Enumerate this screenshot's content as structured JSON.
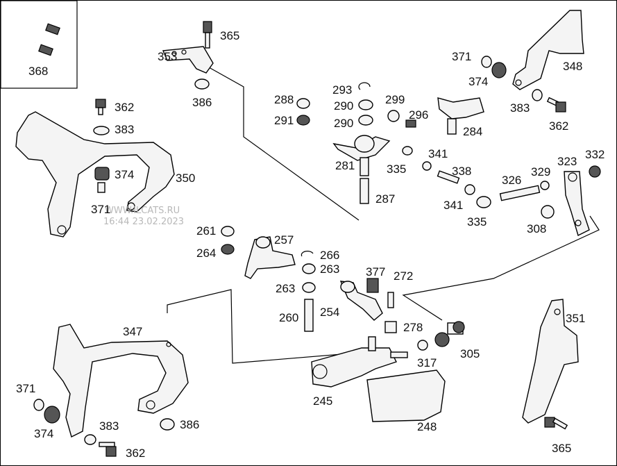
{
  "watermark": {
    "line1": "WWW.ILCATS.RU",
    "line2": "16:44 23.02.2023"
  },
  "inset_label": "368",
  "labels": [
    "365",
    "353",
    "386",
    "371",
    "374",
    "348",
    "288",
    "291",
    "293",
    "290",
    "290",
    "299",
    "296",
    "284",
    "383",
    "362",
    "362",
    "383",
    "374",
    "371",
    "350",
    "281",
    "335",
    "341",
    "338",
    "287",
    "341",
    "326",
    "329",
    "323",
    "332",
    "335",
    "308",
    "261",
    "264",
    "257",
    "266",
    "263",
    "263",
    "377",
    "272",
    "260",
    "254",
    "278",
    "305",
    "317",
    "347",
    "245",
    "351",
    "371",
    "374",
    "383",
    "386",
    "362",
    "248",
    "365"
  ]
}
